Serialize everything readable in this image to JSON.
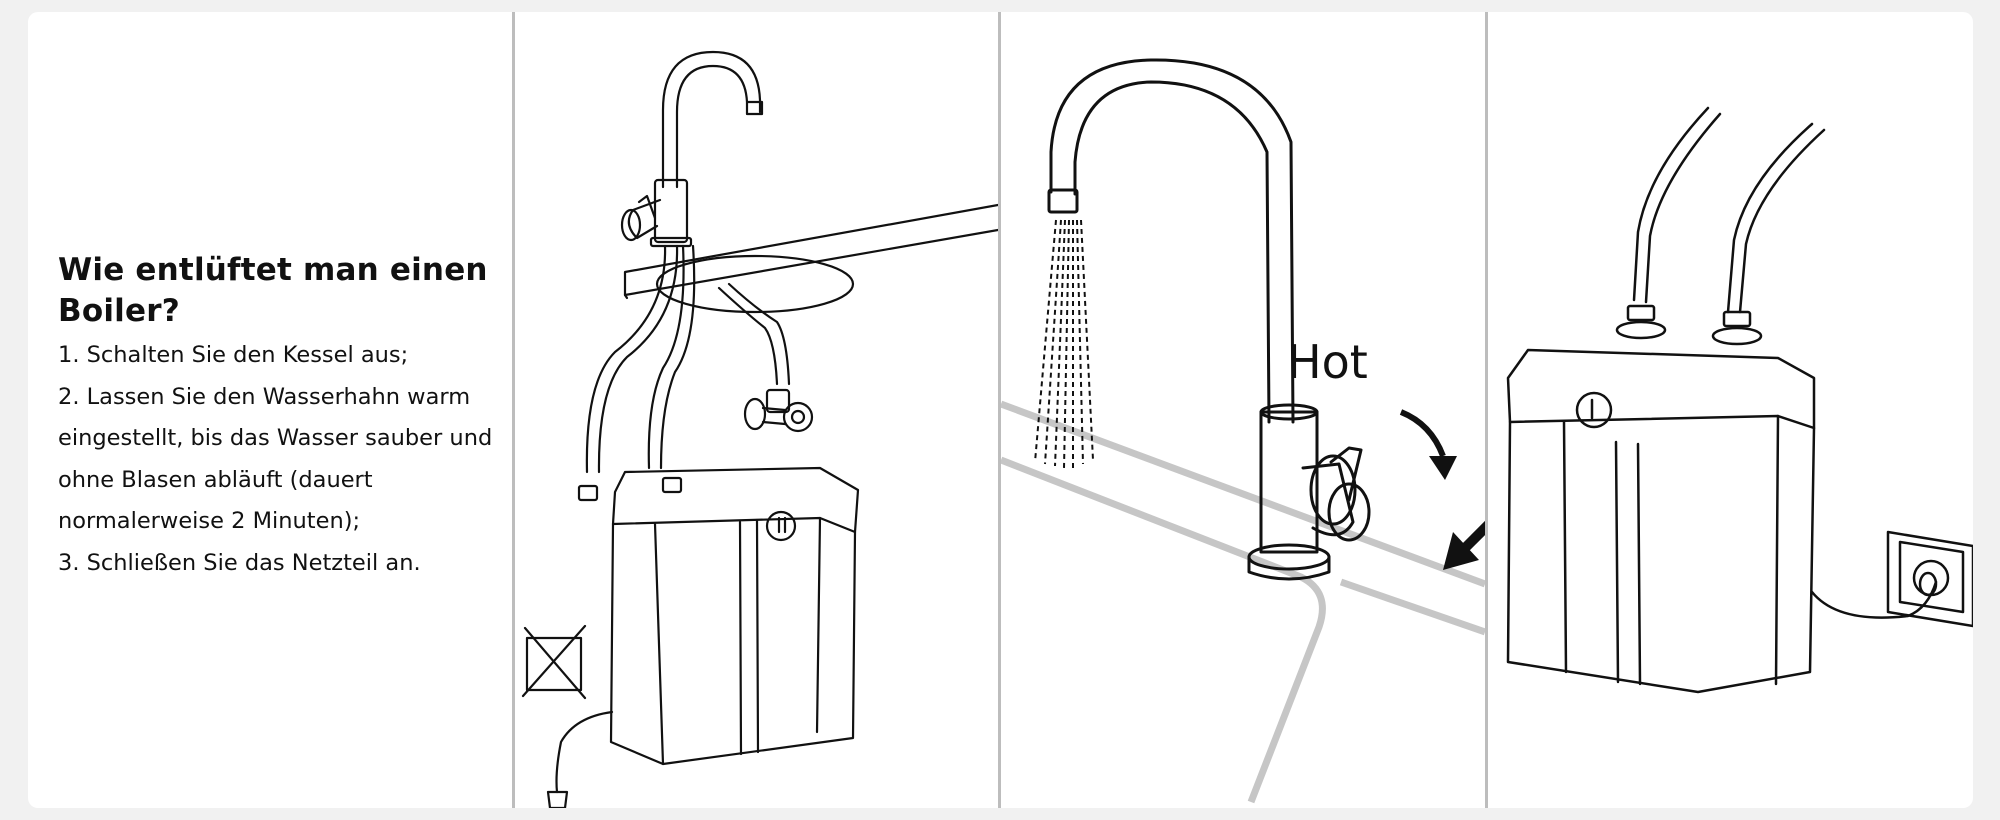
{
  "title": "Wie entlüftet man einen Boiler?",
  "steps": [
    "1. Schalten Sie den Kessel aus;",
    "2. Lassen Sie den Wasserhahn warm eingestellt, bis das Wasser sauber und ohne Blasen abläuft (dauert normalerweise 2 Minuten);",
    "3. Schließen Sie das Netzteil an."
  ],
  "illustrations": {
    "step2_label": "Hot"
  },
  "icons": [
    "crossed-out-plug-icon",
    "rotate-arrow-icon",
    "down-arrow-icon",
    "wall-socket-icon",
    "power-plug-icon"
  ],
  "colors": {
    "background": "#f1f1f1",
    "card": "#ffffff",
    "line": "#111111",
    "divider": "#bdbdbd",
    "basin": "#c6c6c6"
  }
}
